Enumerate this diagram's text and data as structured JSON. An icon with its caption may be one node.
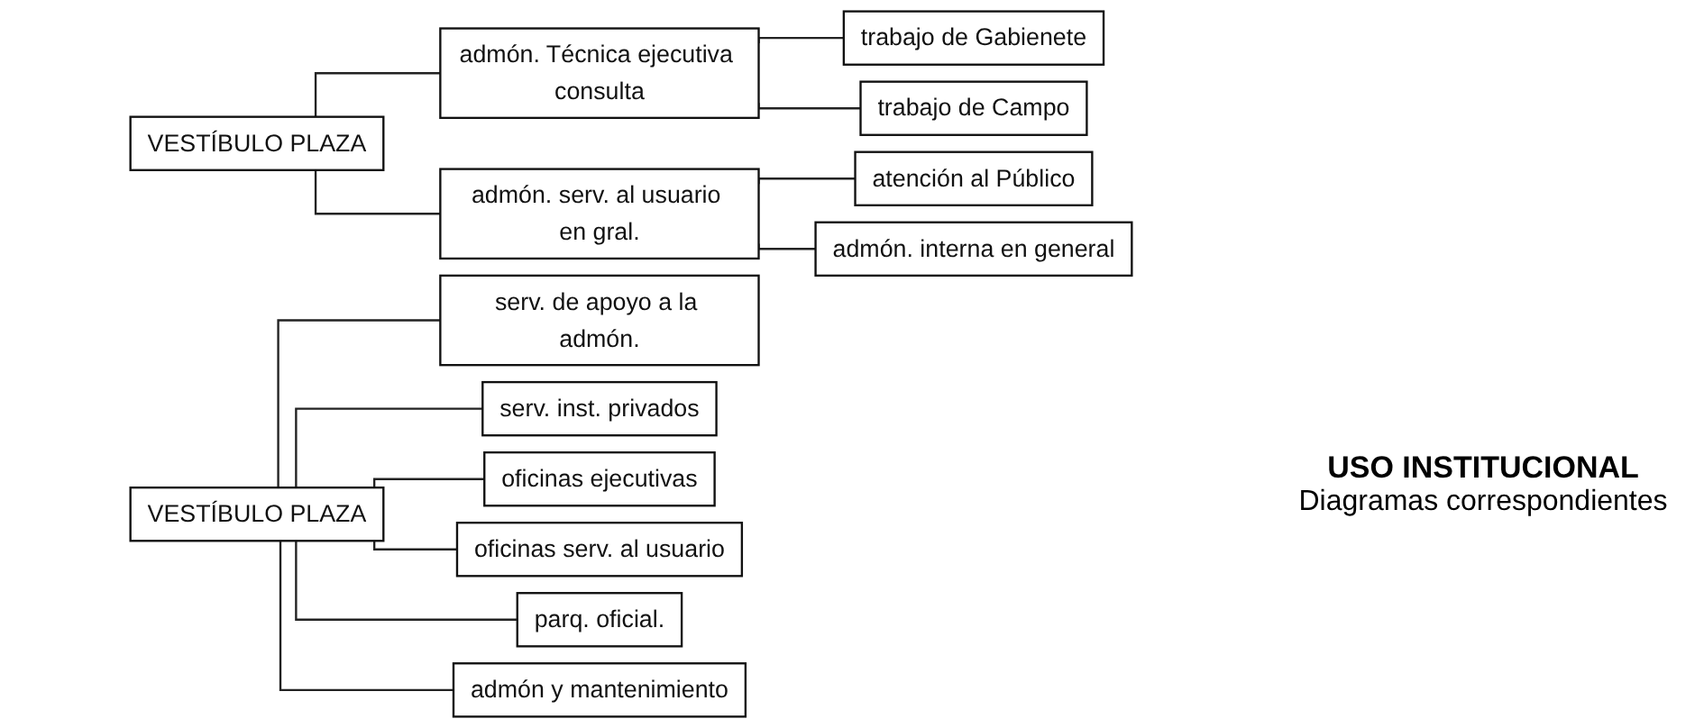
{
  "diagram": {
    "title": "USO INSTITUCIONAL",
    "caption": "Diagramas correspondientes",
    "nodes": [
      {
        "text": [
          "VESTÍBULO PLAZA"
        ]
      },
      {
        "text": [
          "admón. Técnica ejecutiva consulta"
        ]
      },
      {
        "text": [
          "trabajo de Gabienete"
        ]
      },
      {
        "text": [
          "trabajo de Campo"
        ]
      },
      {
        "text": [
          "admón. serv. al usuario en gral."
        ]
      },
      {
        "text": [
          "atención al Público"
        ]
      },
      {
        "text": [
          "admón. interna en general"
        ]
      },
      {
        "text": [
          "VESTÍBULO PLAZA"
        ]
      },
      {
        "text": [
          "serv. de apoyo a la admón."
        ]
      },
      {
        "text": [
          "serv. inst. privados"
        ]
      },
      {
        "text": [
          "oficinas ejecutivas"
        ]
      },
      {
        "text": [
          "oficinas serv. al usuario"
        ]
      },
      {
        "text": [
          "parq. oficial."
        ]
      },
      {
        "text": [
          "admón y mantenimiento"
        ]
      }
    ],
    "edges": [
      {
        "from": 0,
        "to": 1,
        "arrow": "none"
      },
      {
        "from": 0,
        "to": 4,
        "arrow": "none"
      },
      {
        "from": 1,
        "to": 2,
        "arrow": "none"
      },
      {
        "from": 1,
        "to": 3,
        "arrow": "none"
      },
      {
        "from": 4,
        "to": 5,
        "arrow": "none"
      },
      {
        "from": 4,
        "to": 6,
        "arrow": "none"
      },
      {
        "from": 7,
        "to": 8,
        "arrow": "none"
      },
      {
        "from": 7,
        "to": 9,
        "arrow": "none"
      },
      {
        "from": 7,
        "to": 10,
        "arrow": "none"
      },
      {
        "from": 7,
        "to": 11,
        "arrow": "none"
      },
      {
        "from": 7,
        "to": 12,
        "arrow": "none"
      },
      {
        "from": 7,
        "to": 13,
        "arrow": "none"
      }
    ]
  }
}
